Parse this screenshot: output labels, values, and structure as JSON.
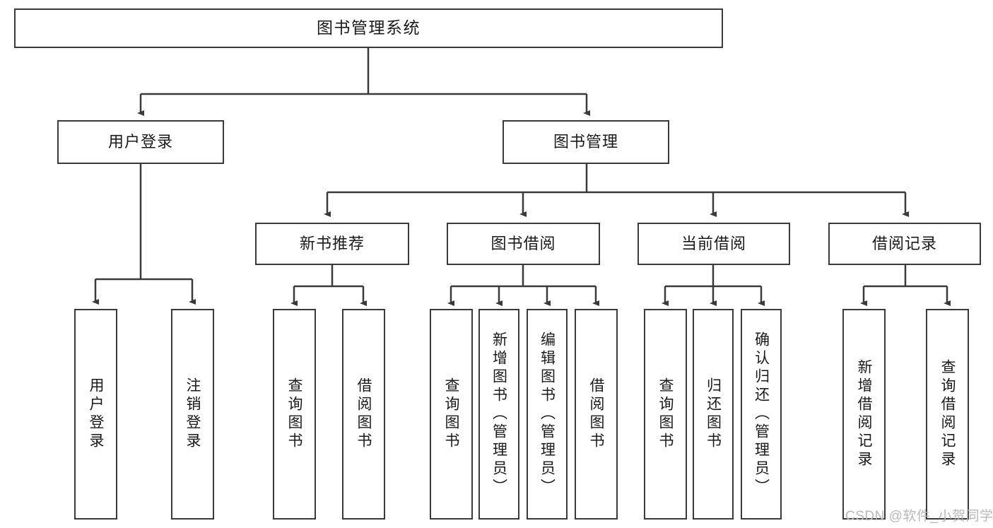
{
  "diagram": {
    "title": "图书管理系统",
    "type": "tree-hierarchy",
    "watermark": "CSDN @软件_小贺同学",
    "colors": {
      "background": "#ffffff",
      "node_border": "#3a3a3a",
      "node_fill": "#ffffff",
      "edge": "#3a3a3a",
      "text": "#1a1a1a",
      "watermark": "#b9b9b9"
    },
    "nodes": {
      "root": {
        "label": "图书管理系统"
      },
      "level2": [
        {
          "label": "用户登录"
        },
        {
          "label": "图书管理"
        }
      ],
      "level3": [
        {
          "label": "新书推荐"
        },
        {
          "label": "图书借阅"
        },
        {
          "label": "当前借阅"
        },
        {
          "label": "借阅记录"
        }
      ],
      "leaves": {
        "user_login": [
          {
            "label": "用户登录"
          },
          {
            "label": "注销登录"
          }
        ],
        "new_book_recommend": [
          {
            "label": "查询图书"
          },
          {
            "label": "借阅图书"
          }
        ],
        "book_borrow": [
          {
            "label": "查询图书"
          },
          {
            "label": "新增图书（管理员）"
          },
          {
            "label": "编辑图书（管理员）"
          },
          {
            "label": "借阅图书"
          }
        ],
        "current_borrow": [
          {
            "label": "查询图书"
          },
          {
            "label": "归还图书"
          },
          {
            "label": "确认归还（管理员）"
          }
        ],
        "borrow_record": [
          {
            "label": "新增借阅记录"
          },
          {
            "label": "查询借阅记录"
          }
        ]
      }
    }
  }
}
